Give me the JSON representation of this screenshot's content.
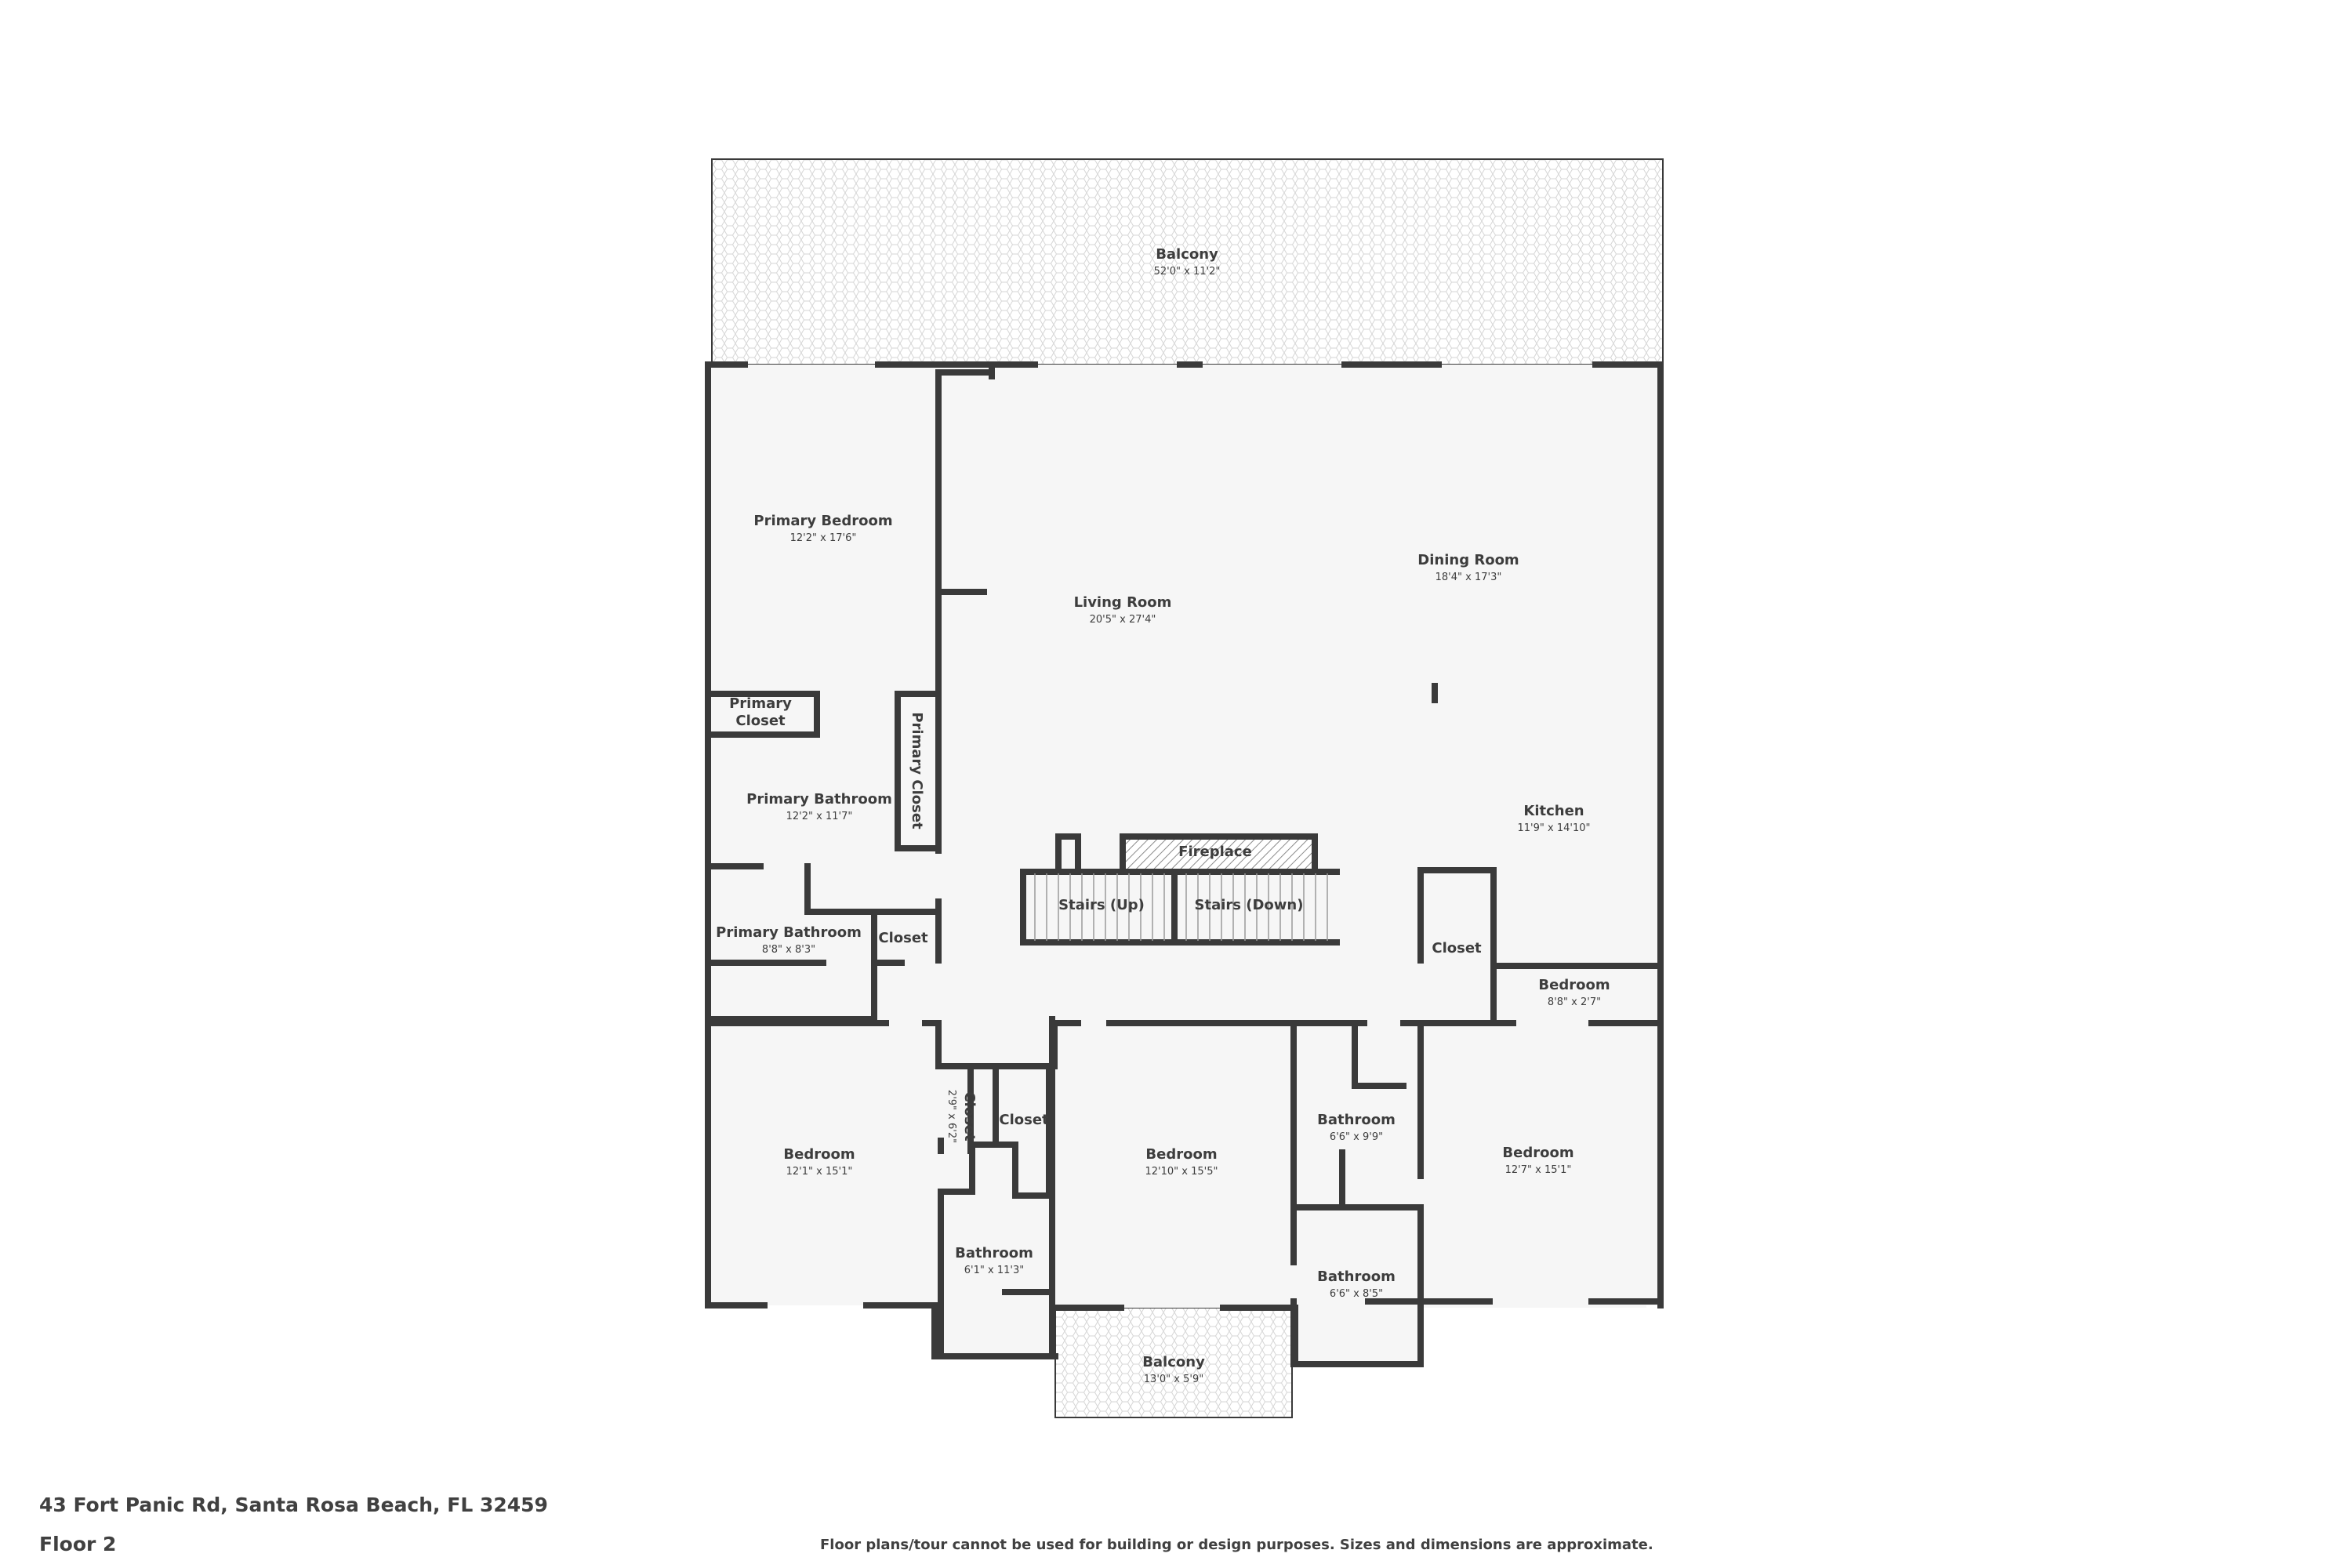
{
  "plan": {
    "address": "43 Fort Panic Rd, Santa Rosa Beach, FL 32459",
    "floor": "Floor 2",
    "disclaimer": "Floor plans/tour cannot be used for building or design purposes. Sizes and dimensions are approximate.",
    "colors": {
      "wall": "#3a3a3a",
      "floor": "#f6f6f6",
      "balcony_pattern": "#d6d6d6",
      "text": "#3d3d3d"
    },
    "rooms": {
      "balcony_top": {
        "name": "Balcony",
        "dims": "52'0\" x 11'2\""
      },
      "primary_bedroom": {
        "name": "Primary Bedroom",
        "dims": "12'2\" x 17'6\""
      },
      "living_room": {
        "name": "Living Room",
        "dims": "20'5\" x 27'4\""
      },
      "dining_room": {
        "name": "Dining Room",
        "dims": "18'4\" x 17'3\""
      },
      "primary_closet_small": {
        "name_line1": "Primary",
        "name_line2": "Closet"
      },
      "primary_closet_vertical": {
        "name": "Primary Closet"
      },
      "primary_bathroom_1": {
        "name": "Primary Bathroom",
        "dims": "12'2\" x 11'7\""
      },
      "kitchen": {
        "name": "Kitchen",
        "dims": "11'9\" x 14'10\""
      },
      "fireplace": {
        "name": "Fireplace"
      },
      "stairs_up": {
        "name": "Stairs (Up)"
      },
      "stairs_down": {
        "name": "Stairs (Down)"
      },
      "primary_bathroom_2": {
        "name": "Primary Bathroom",
        "dims": "8'8\" x 8'3\""
      },
      "closet_hall": {
        "name": "Closet"
      },
      "closet_kitchen": {
        "name": "Closet"
      },
      "bedroom_small": {
        "name": "Bedroom",
        "dims": "8'8\" x 2'7\""
      },
      "bedroom_left": {
        "name": "Bedroom",
        "dims": "12'1\" x 15'1\""
      },
      "closet_narrow": {
        "name": "Closet",
        "dims": "2'9\" x 6'2\""
      },
      "closet_mid": {
        "name": "Closet"
      },
      "bedroom_middle": {
        "name": "Bedroom",
        "dims": "12'10\" x 15'5\""
      },
      "bathroom_mid_upper": {
        "name": "Bathroom",
        "dims": "6'6\" x 9'9\""
      },
      "bedroom_right": {
        "name": "Bedroom",
        "dims": "12'7\" x 15'1\""
      },
      "bathroom_left": {
        "name": "Bathroom",
        "dims": "6'1\" x 11'3\""
      },
      "bathroom_mid_lower": {
        "name": "Bathroom",
        "dims": "6'6\" x 8'5\""
      },
      "balcony_bottom": {
        "name": "Balcony",
        "dims": "13'0\" x 5'9\""
      }
    }
  }
}
